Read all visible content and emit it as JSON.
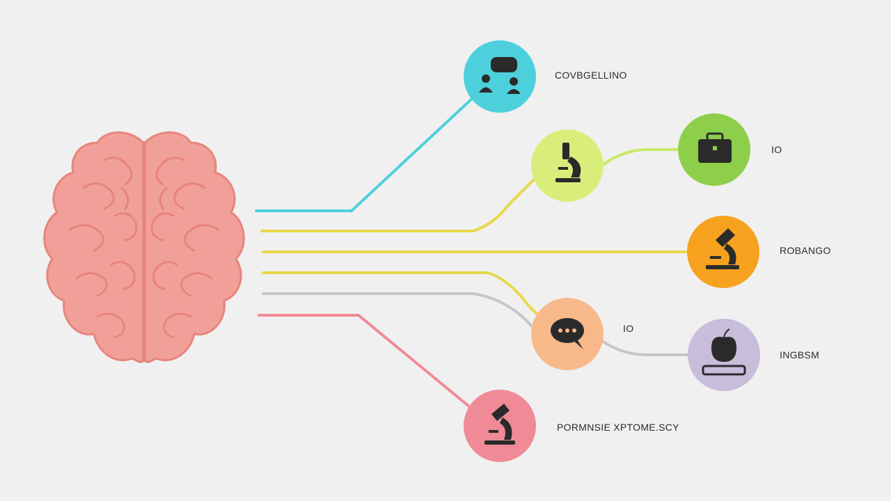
{
  "labels": {
    "node1": "COVBGELLINO",
    "node2": "IO",
    "node3": "ROBANGO",
    "node4": "IO",
    "node5": "INGBSM",
    "node6": "PORMNSIE XPTOME.SCY"
  },
  "colors": {
    "background": "#f0f0f0",
    "brain": "#f0a098",
    "brain_outline": "#e8847c",
    "cyan": "#4dd0dc",
    "lime": "#c9e86a",
    "green": "#8dcf4a",
    "yellow": "#e8d84a",
    "orange": "#f6a21e",
    "peach": "#f7b98a",
    "lavender": "#c9bddc",
    "pink": "#f08a96",
    "gray_line": "#c8c4cc",
    "icon": "#2a2a2a"
  },
  "icons": {
    "node1": "people-chat-icon",
    "node_micro_lime": "microscope-icon",
    "node2": "briefcase-icon",
    "node3": "microscope-icon",
    "node4": "speech-bubble-icon",
    "node5": "apple-book-icon",
    "node6": "microscope-icon"
  }
}
